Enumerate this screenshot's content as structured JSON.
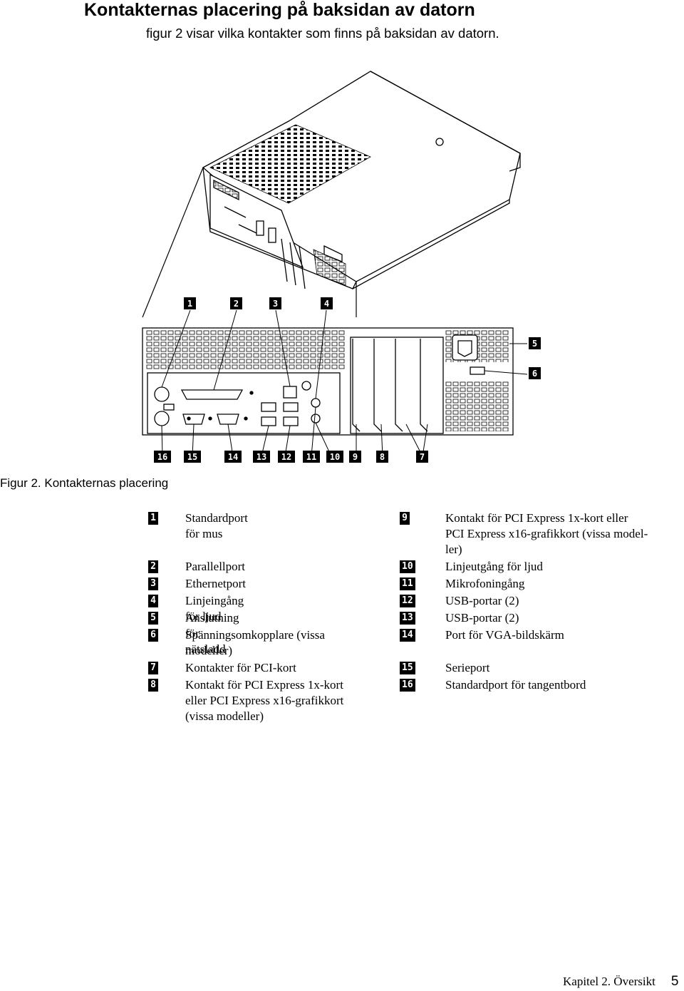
{
  "header": {
    "title": "Kontakternas placering på baksidan av datorn",
    "intro": "figur 2 visar vilka kontakter som finns på baksidan av datorn."
  },
  "figure": {
    "caption": "Figur 2. Kontakternas placering",
    "callouts_top": [
      "1",
      "2",
      "3",
      "4"
    ],
    "callouts_right": [
      "5",
      "6"
    ],
    "callouts_bottom": [
      "16",
      "15",
      "14",
      "13",
      "12",
      "11",
      "10",
      "9",
      "8",
      "7"
    ]
  },
  "legend": [
    {
      "num": "1",
      "text": "Standardport för mus"
    },
    {
      "num": "2",
      "text": "Parallellport"
    },
    {
      "num": "3",
      "text": "Ethernetport"
    },
    {
      "num": "4",
      "text": "Linjeingång för ljud"
    },
    {
      "num": "5",
      "text": "Anslutning för nätsladd"
    },
    {
      "num": "6",
      "text": "Spänningsomkopplare (vissa",
      "text2": "modeller)"
    },
    {
      "num": "7",
      "text": "Kontakter för PCI-kort"
    },
    {
      "num": "8",
      "text": "Kontakt för PCI Express 1x-kort",
      "text2": "eller PCI Express x16-grafikkort",
      "text3": "(vissa modeller)"
    },
    {
      "num": "9",
      "text": "Kontakt för PCI Express 1x-kort eller",
      "text2": "PCI Express x16-grafikkort (vissa model-",
      "text3": "ler)"
    },
    {
      "num": "10",
      "text": "Linjeutgång för ljud"
    },
    {
      "num": "11",
      "text": "Mikrofoningång"
    },
    {
      "num": "12",
      "text": "USB-portar (2)"
    },
    {
      "num": "13",
      "text": "USB-portar (2)"
    },
    {
      "num": "14",
      "text": "Port för VGA-bildskärm"
    },
    {
      "num": "15",
      "text": "Serieport"
    },
    {
      "num": "16",
      "text": "Standardport för tangentbord"
    }
  ],
  "footer": {
    "chapter": "Kapitel 2. Översikt",
    "page": "5"
  }
}
